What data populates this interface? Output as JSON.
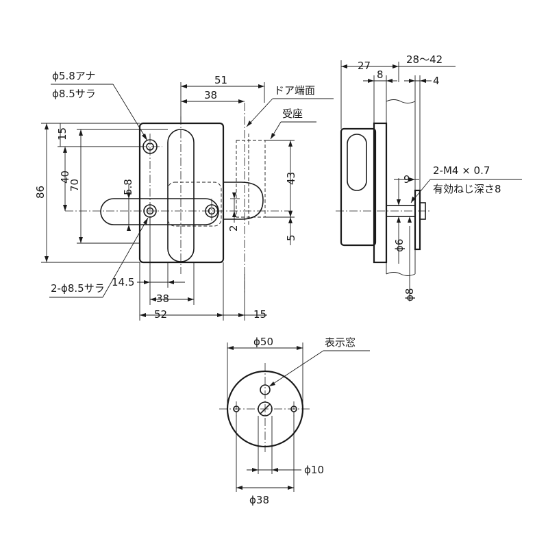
{
  "front_view": {
    "hole_callout_line1": "ϕ5.8アナ",
    "hole_callout_line2": "ϕ8.5サラ",
    "bottom_callout": "2-ϕ8.5サラ",
    "dims": {
      "width_51": "51",
      "width_38_top": "38",
      "height_86": "86",
      "height_70": "70",
      "height_40": "40",
      "offset_15_top": "15",
      "offset_5_8": "5.8",
      "pitch_14_5": "14.5",
      "width_38_bottom": "38",
      "width_52": "52",
      "offset_15_right": "15",
      "height_43": "43",
      "offset_2": "2",
      "offset_5": "5"
    }
  },
  "strike": {
    "door_edge_label": "ドア端面",
    "receiver_label": "受座"
  },
  "side_view": {
    "dims": {
      "depth_27": "27",
      "range_28_42": "28～42",
      "depth_8": "8",
      "depth_4": "4",
      "offset_9": "9",
      "dia_6": "ϕ6",
      "dia_8": "ϕ8"
    },
    "thread_line1": "2-M4 × 0.7",
    "thread_line2": "有効ねじ深さ8"
  },
  "round_view": {
    "dia_50": "ϕ50",
    "window_label": "表示窓",
    "dia_10": "ϕ10",
    "dia_38": "ϕ38"
  }
}
